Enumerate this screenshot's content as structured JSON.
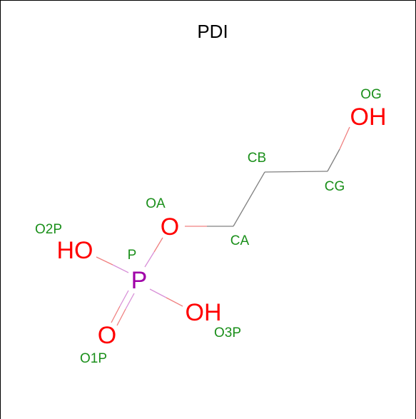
{
  "title": "PDI",
  "colors": {
    "frame": "#000000",
    "oxygen": "#ff0000",
    "phosphorus": "#a000a8",
    "label": "#1a8f1a",
    "carbon_bond": "#808080",
    "oxygen_bond": "#f08080",
    "phosphorus_bond": "#d890d8",
    "background": "#ffffff"
  },
  "atoms": {
    "og": {
      "symbol": "OH",
      "label": "OG",
      "element": "O"
    },
    "cb": {
      "symbol": "",
      "label": "CB",
      "element": "C"
    },
    "cg": {
      "symbol": "",
      "label": "CG",
      "element": "C"
    },
    "oa": {
      "symbol": "O",
      "label": "OA",
      "element": "O"
    },
    "ca": {
      "symbol": "",
      "label": "CA",
      "element": "C"
    },
    "o2p": {
      "symbol": "HO",
      "label": "O2P",
      "element": "O"
    },
    "p": {
      "symbol": "P",
      "label": "P",
      "element": "P"
    },
    "o3p": {
      "symbol": "OH",
      "label": "O3P",
      "element": "O"
    },
    "o1p": {
      "symbol": "O",
      "label": "O1P",
      "element": "O"
    }
  },
  "bonds": [
    {
      "from": "og",
      "to": "cg",
      "order": 1
    },
    {
      "from": "cg",
      "to": "cb",
      "order": 1
    },
    {
      "from": "cb",
      "to": "ca",
      "order": 1
    },
    {
      "from": "ca",
      "to": "oa",
      "order": 1
    },
    {
      "from": "oa",
      "to": "p",
      "order": 1
    },
    {
      "from": "o2p",
      "to": "p",
      "order": 1
    },
    {
      "from": "p",
      "to": "o3p",
      "order": 1
    },
    {
      "from": "p",
      "to": "o1p",
      "order": 2
    }
  ]
}
